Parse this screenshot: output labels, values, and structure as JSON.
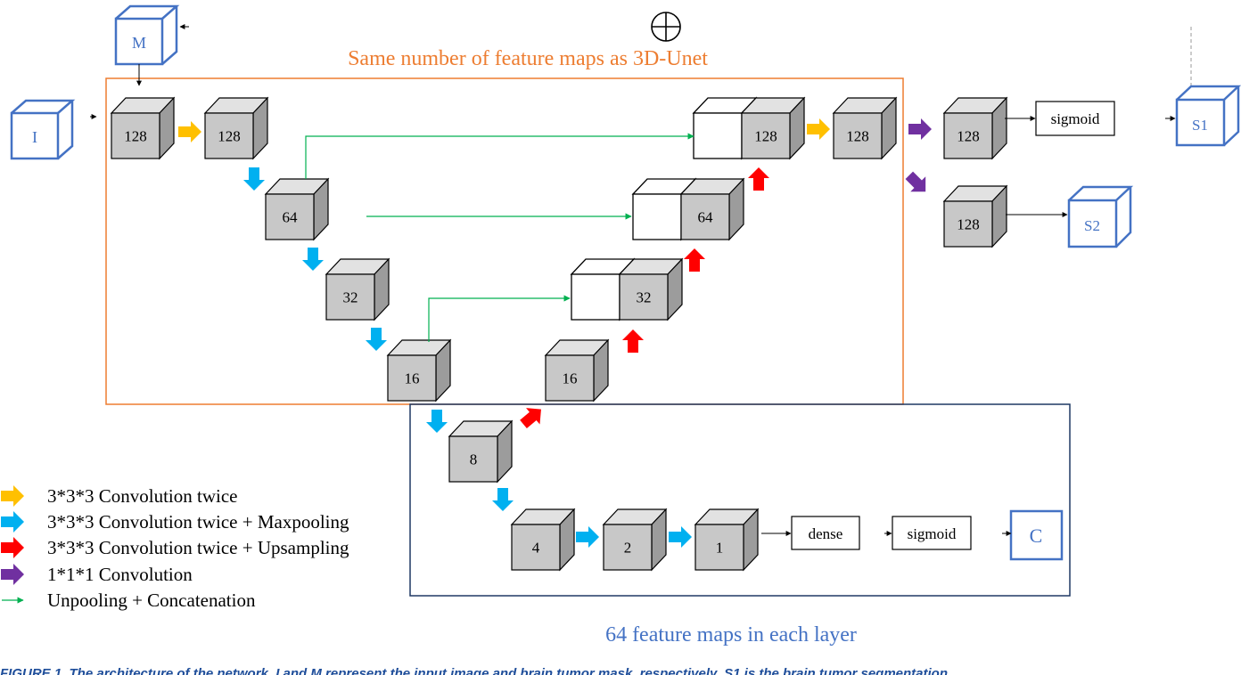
{
  "colors": {
    "orange_box": "#ED7D31",
    "navy_box": "#1F3864",
    "blue": "#4472C4",
    "yellow_arrow": "#FFC000",
    "cyan_arrow": "#00B0F0",
    "red_arrow": "#FF0000",
    "purple_arrow": "#7030A0",
    "green_line": "#00B050",
    "cube_front": "#C8C8C8",
    "cube_top": "#E2E2E2",
    "cube_side": "#9C9C9C"
  },
  "labels": {
    "unet_title": "Same number of feature maps as 3D-Unet",
    "bottom_title": "64 feature maps in each layer",
    "plus_symbol": "⊕"
  },
  "inputs": {
    "i": "I",
    "m": "M"
  },
  "outputs": {
    "s1": "S1",
    "s2": "S2",
    "c": "C"
  },
  "encoder": [
    "128",
    "128",
    "64",
    "32",
    "16"
  ],
  "decoder": [
    "16",
    "32",
    "64",
    "128",
    "128"
  ],
  "head": {
    "s1_cube": "128",
    "s2_cube": "128",
    "sigmoid_s1": "sigmoid"
  },
  "classifier": {
    "cubes": [
      "8",
      "4",
      "2",
      "1"
    ],
    "dense": "dense",
    "sigmoid": "sigmoid"
  },
  "legend": [
    {
      "icon": "yellow-arrow-icon",
      "label": "3*3*3 Convolution twice"
    },
    {
      "icon": "cyan-arrow-icon",
      "label": "3*3*3 Convolution twice + Maxpooling"
    },
    {
      "icon": "red-arrow-icon",
      "label": "3*3*3 Convolution twice + Upsampling"
    },
    {
      "icon": "purple-arrow-icon",
      "label": "1*1*1 Convolution"
    },
    {
      "icon": "green-line-arrow-icon",
      "label": "Unpooling + Concatenation"
    }
  ],
  "caption": "FIGURE 1.  The architecture of the network. I and M represent the input image and brain tumor mask, respectively. S1 is the brain tumor segmentation"
}
